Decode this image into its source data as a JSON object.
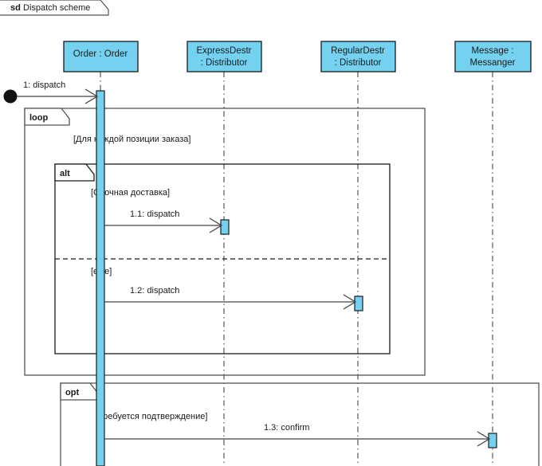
{
  "diagram": {
    "kind_keyword": "sd",
    "title": "Dispatch scheme",
    "type": "uml-sequence-diagram",
    "colors": {
      "lifeline_fill": "#74d2f0",
      "activation_fill": "#74d2f0",
      "border": "#1a1a1a",
      "frame_line": "#555555",
      "background": "#ffffff",
      "text": "#1a1a1a"
    }
  },
  "lifelines": [
    {
      "id": "order",
      "line1": "Order : Order",
      "line2": "",
      "single_line": true
    },
    {
      "id": "express",
      "line1": "ExpressDestr",
      "line2": ": Distributor",
      "single_line": false
    },
    {
      "id": "regular",
      "line1": "RegularDestr",
      "line2": ": Distributor",
      "single_line": false
    },
    {
      "id": "message",
      "line1": "Message :",
      "line2": "Messanger",
      "single_line": false
    }
  ],
  "start_node": {
    "label": "found-message-start"
  },
  "messages": [
    {
      "id": "m0",
      "label": "1: dispatch",
      "from": "start",
      "to": "order"
    },
    {
      "id": "m1",
      "label": "1.1: dispatch",
      "from": "order",
      "to": "express"
    },
    {
      "id": "m2",
      "label": "1.2: dispatch",
      "from": "order",
      "to": "regular"
    },
    {
      "id": "m3",
      "label": "1.3: confirm",
      "from": "order",
      "to": "message"
    }
  ],
  "fragments": [
    {
      "id": "loop",
      "operator": "loop",
      "guards": [
        "[Для каждой позиции заказа]"
      ]
    },
    {
      "id": "alt",
      "operator": "alt",
      "guards": [
        "[Срочная доставка]",
        "[else]"
      ]
    },
    {
      "id": "opt",
      "operator": "opt",
      "guards": [
        "[Требуется подтверждение]"
      ]
    }
  ]
}
